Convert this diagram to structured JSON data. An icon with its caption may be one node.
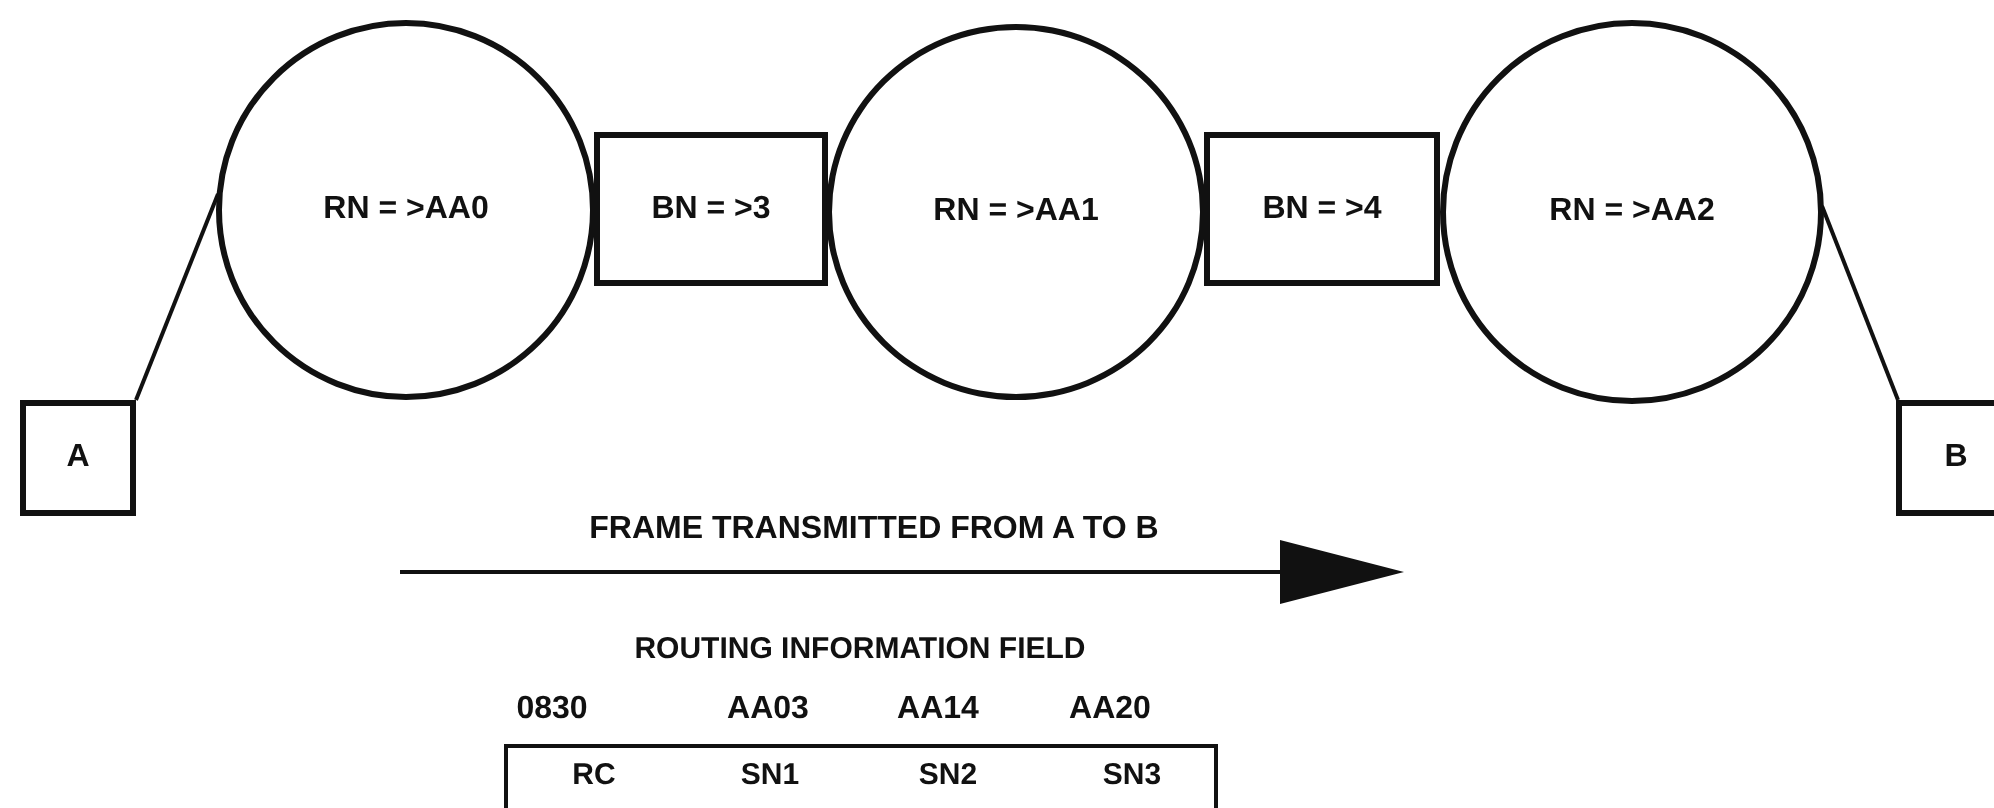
{
  "diagram": {
    "nodes": [
      {
        "text": [
          "A"
        ]
      },
      {
        "text": [
          "RN = >AA0"
        ]
      },
      {
        "text": [
          "BN = >3"
        ]
      },
      {
        "text": [
          "RN = >AA1"
        ]
      },
      {
        "text": [
          "BN = >4"
        ]
      },
      {
        "text": [
          "RN = >AA2"
        ]
      },
      {
        "text": [
          "B"
        ]
      }
    ],
    "edges": [
      {
        "from": 0,
        "to": 1,
        "arrow": "none"
      },
      {
        "from": 5,
        "to": 6,
        "arrow": "none"
      }
    ],
    "labels": [
      "FRAME TRANSMITTED FROM A TO B",
      "ROUTING INFORMATION FIELD",
      "0830",
      "AA03",
      "AA14",
      "AA20",
      "RC",
      "SN1",
      "SN2",
      "SN3"
    ]
  }
}
